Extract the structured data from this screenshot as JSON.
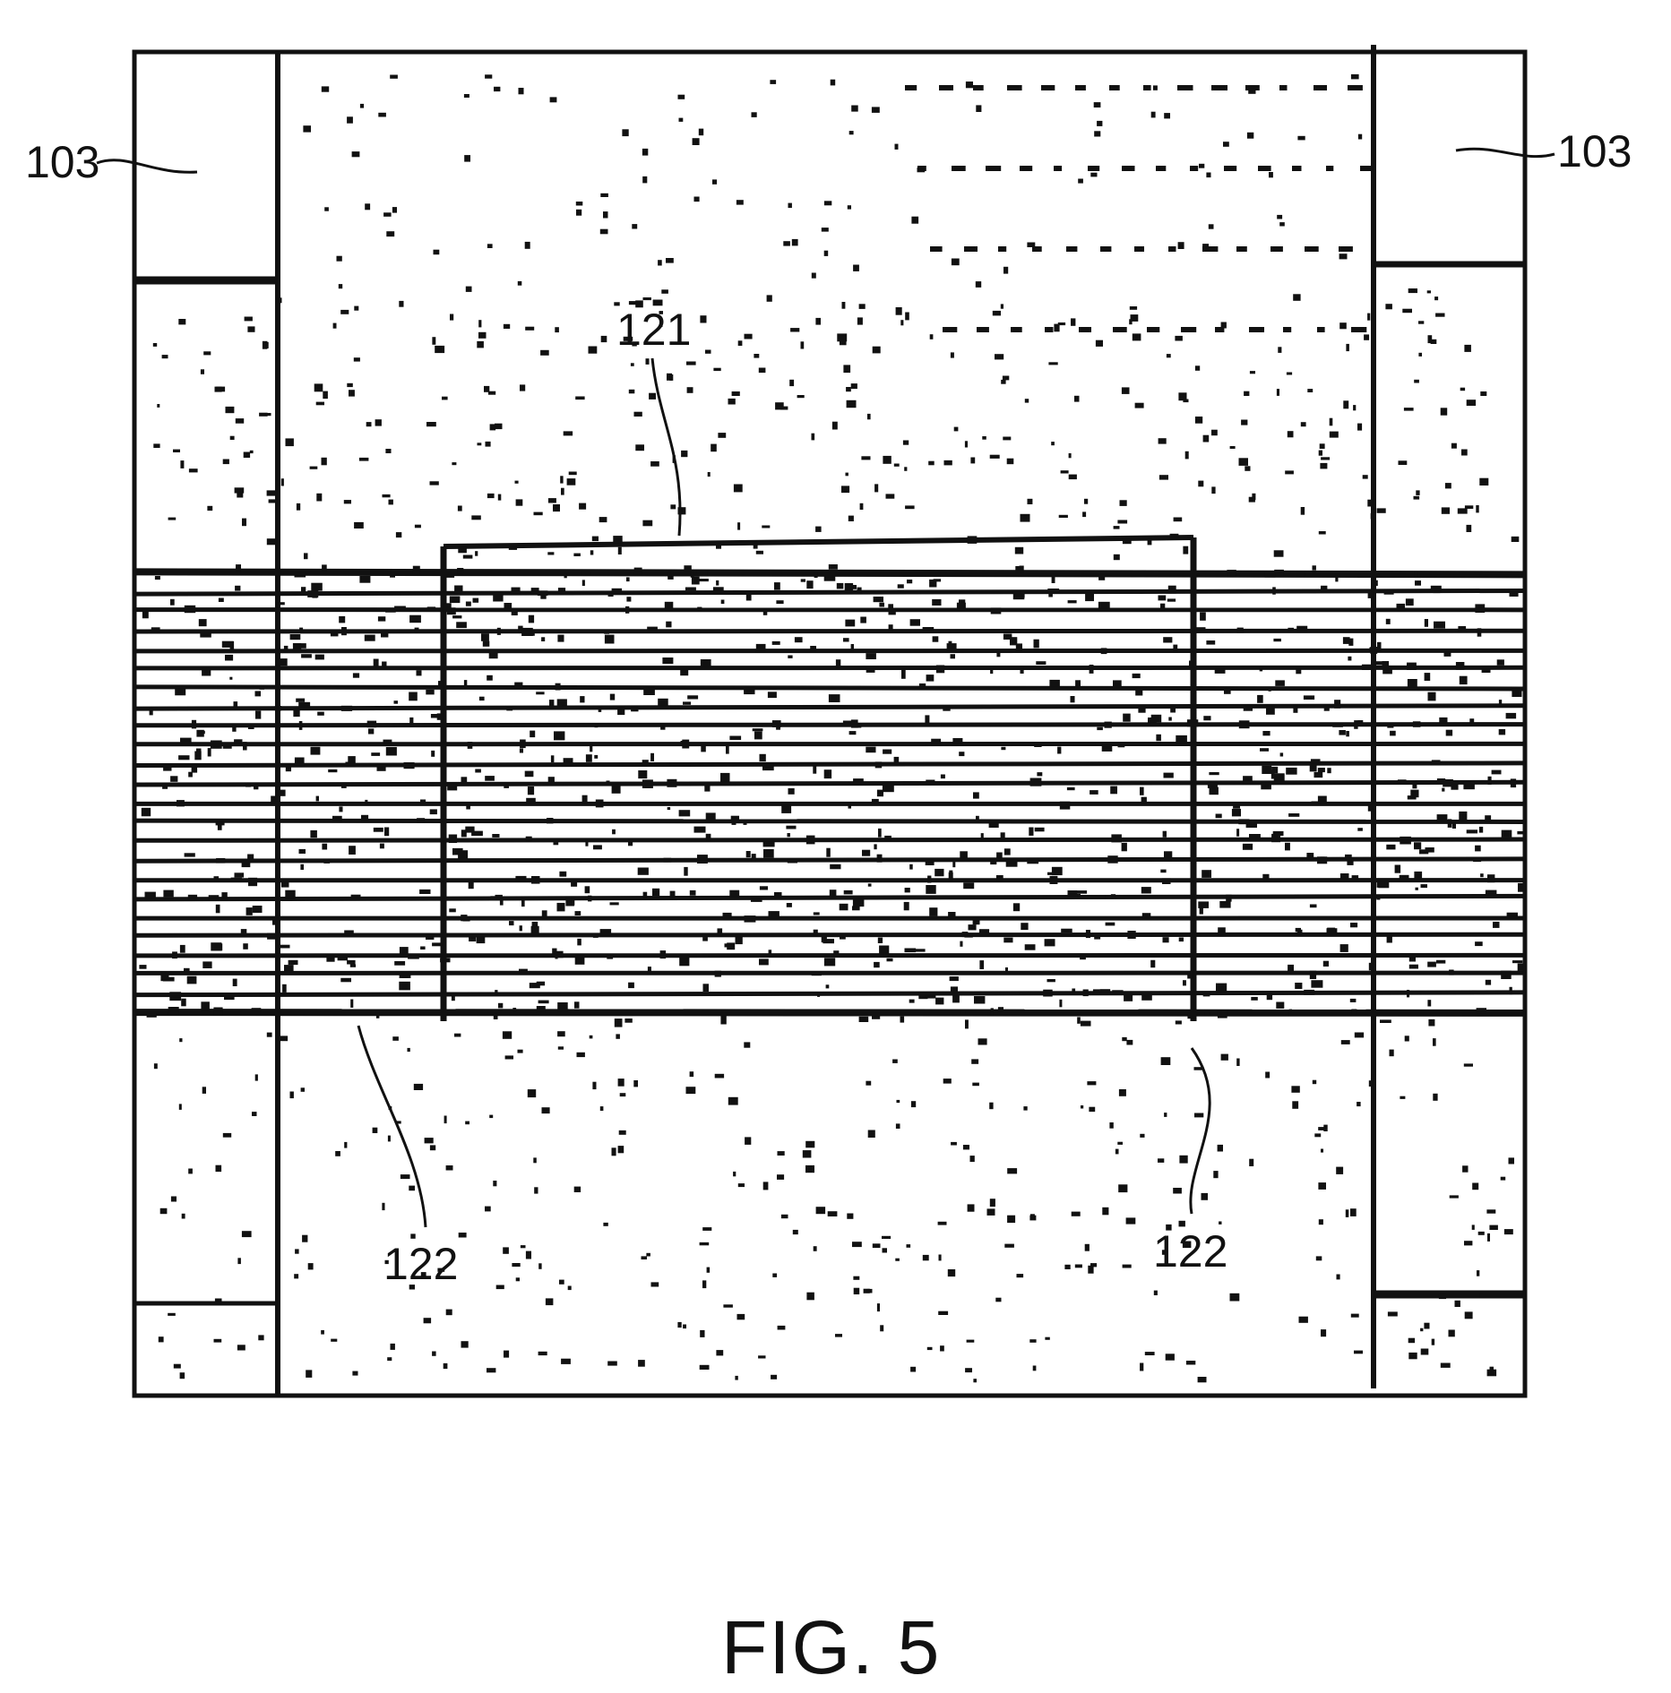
{
  "figure": {
    "caption": "FIG. 5",
    "labels": {
      "top_left": "103",
      "top_right": "103",
      "center_top": "121",
      "bottom_left": "122",
      "bottom_right": "122"
    }
  },
  "colors": {
    "ink": "#111111",
    "paper": "#ffffff"
  }
}
